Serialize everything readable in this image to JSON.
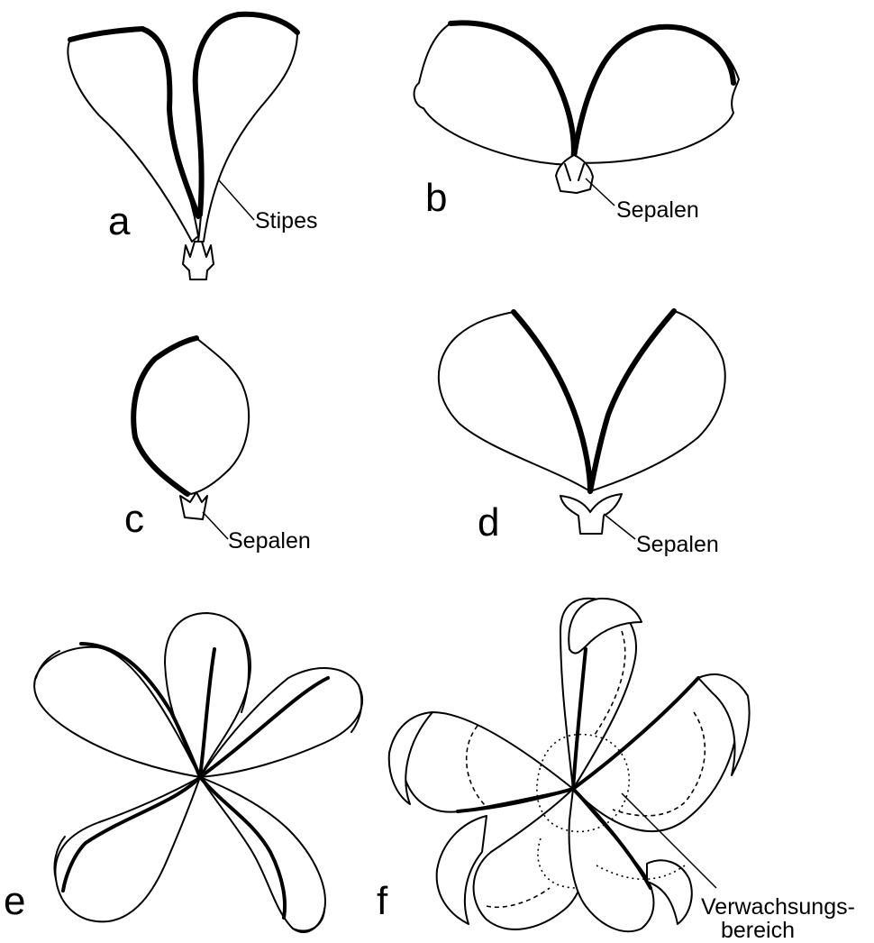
{
  "panels": {
    "a": {
      "letter": "a",
      "label": "Stipes"
    },
    "b": {
      "letter": "b",
      "label": "Sepalen"
    },
    "c": {
      "letter": "c",
      "label": "Sepalen"
    },
    "d": {
      "letter": "d",
      "label": "Sepalen"
    },
    "e": {
      "letter": "e"
    },
    "f": {
      "letter": "f",
      "label_line1": "Verwachsungs-",
      "label_line2": "bereich"
    }
  }
}
